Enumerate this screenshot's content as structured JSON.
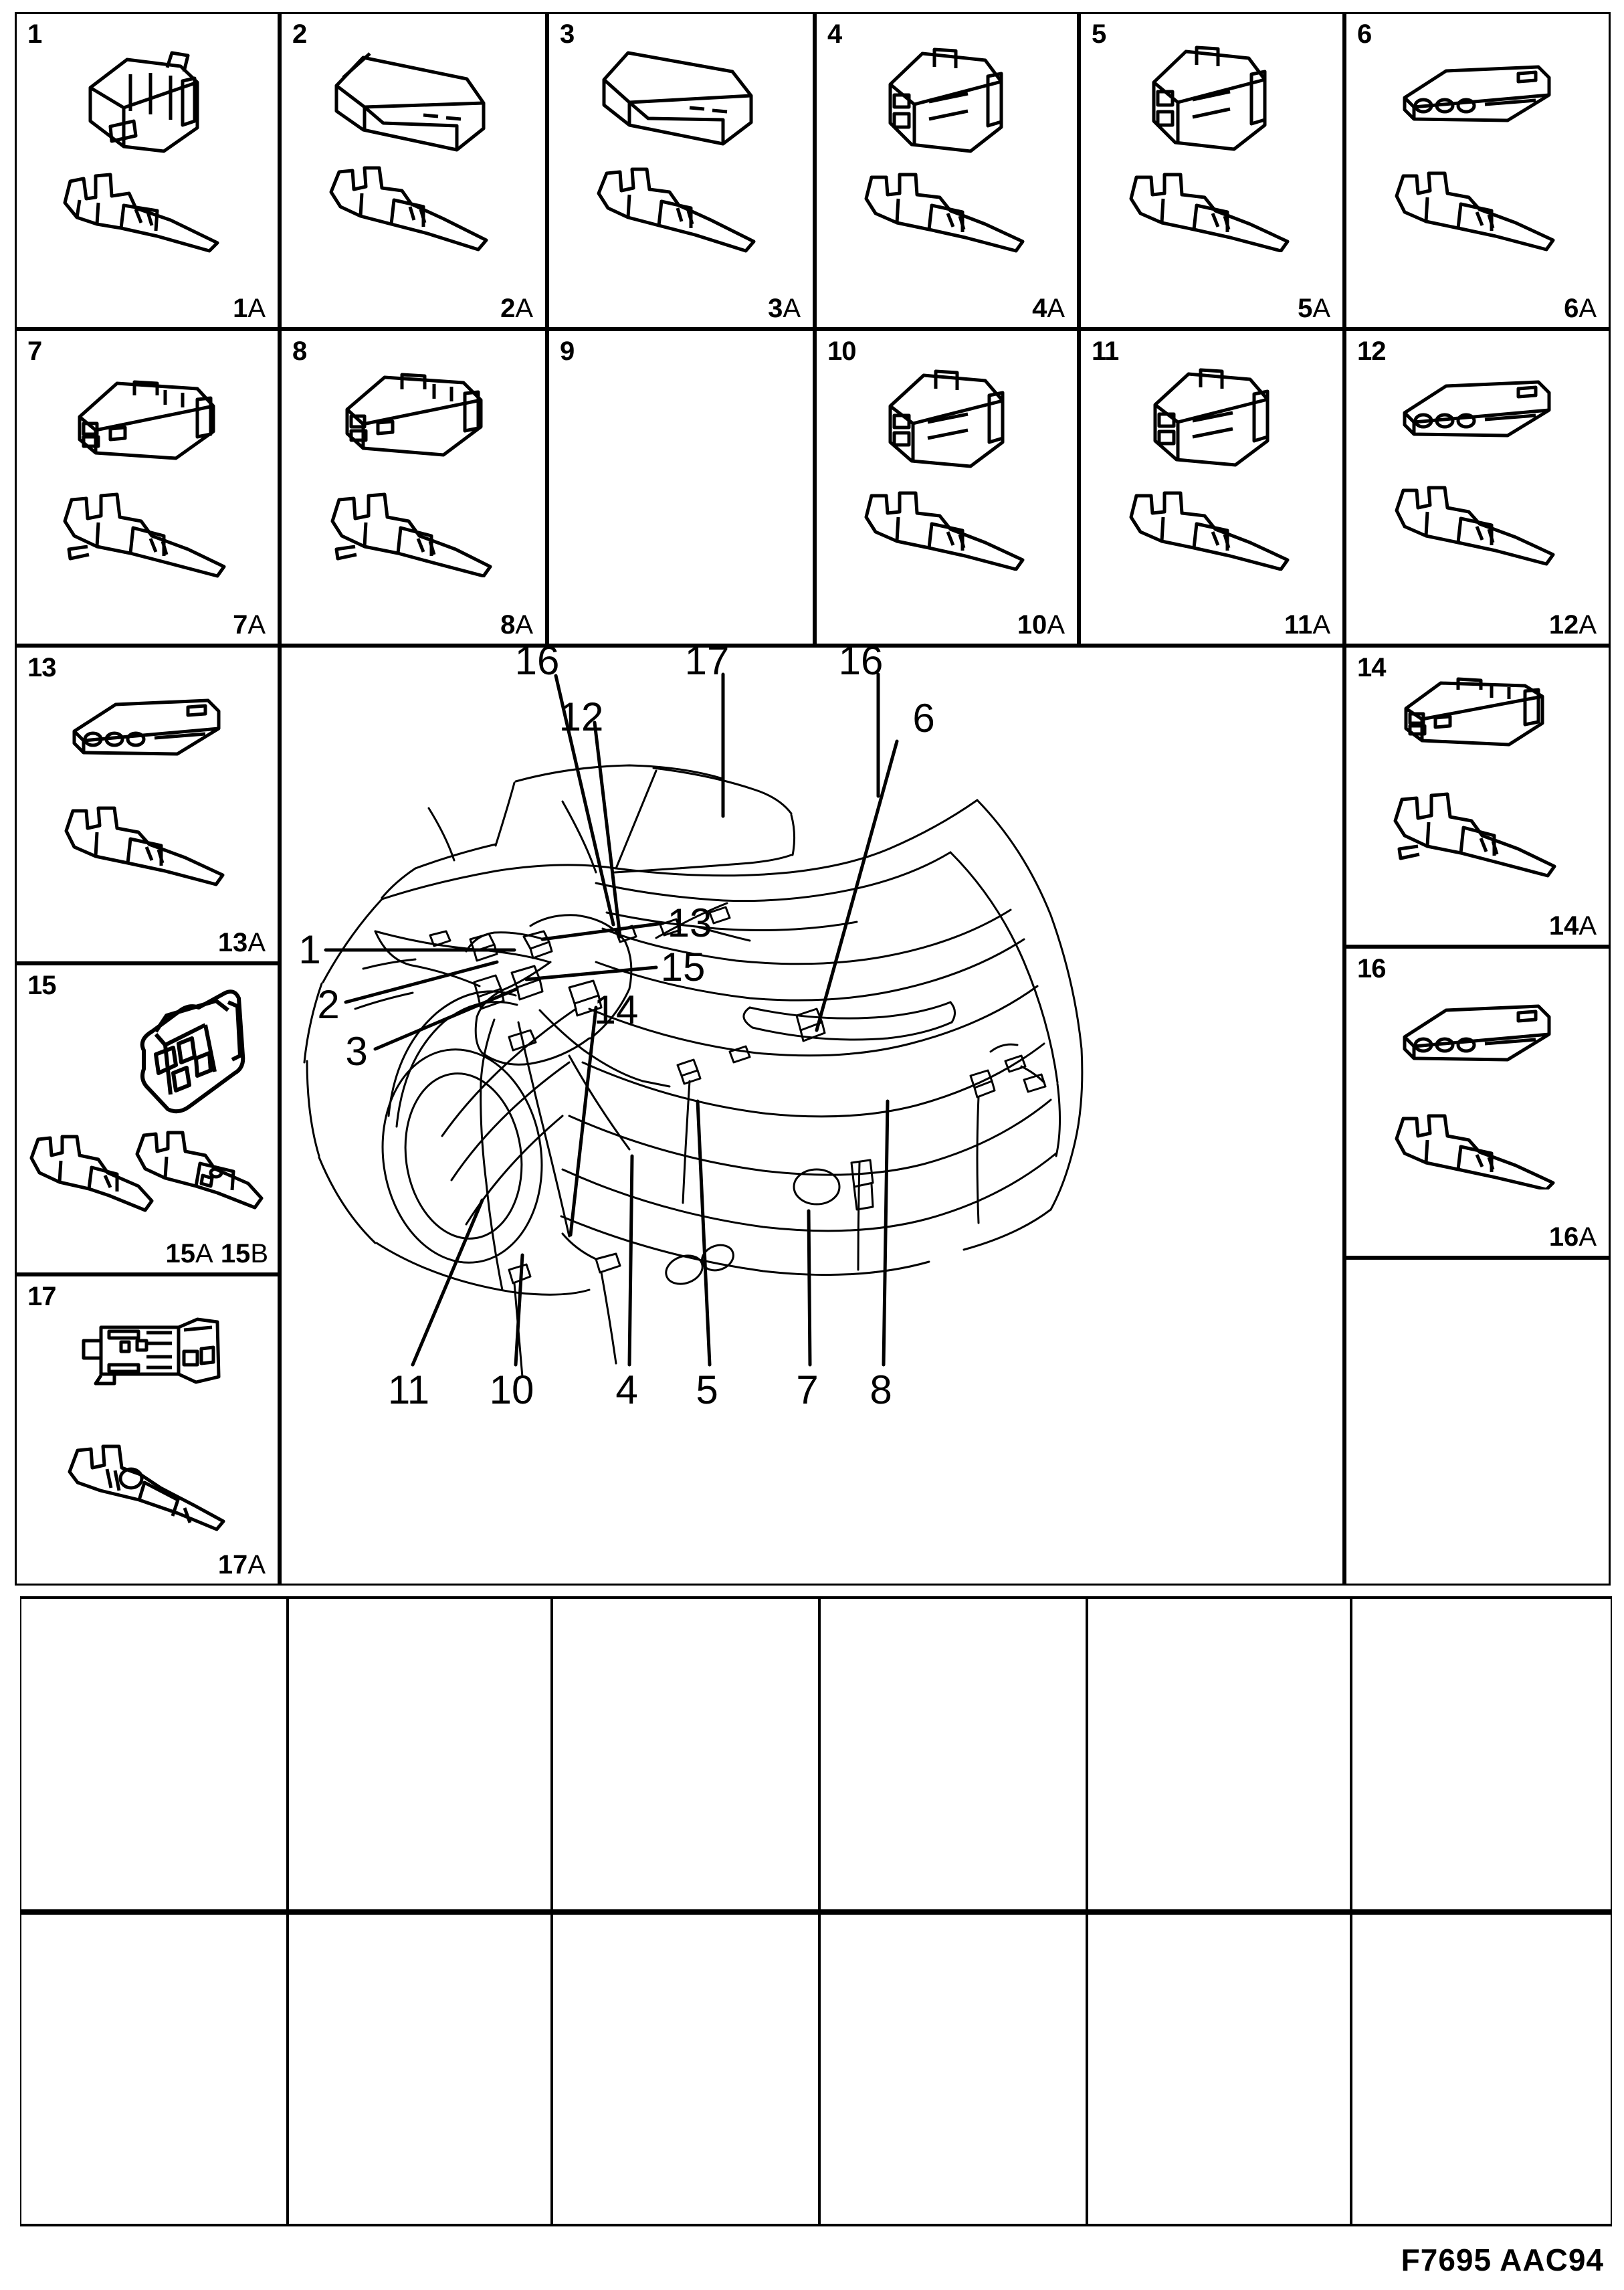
{
  "document": {
    "type": "automotive-connector-reference-sheet",
    "footer_code": "F7695 AAC94"
  },
  "connector_cells": [
    {
      "number": "1",
      "code_num": "1",
      "code_suffix": "A",
      "housing": "2-way-connector-housing",
      "terminal": "blade-terminal"
    },
    {
      "number": "2",
      "code_num": "2",
      "code_suffix": "A",
      "housing": "rectangular-connector-housing",
      "terminal": "blade-terminal"
    },
    {
      "number": "3",
      "code_num": "3",
      "code_suffix": "A",
      "housing": "rectangular-connector-housing",
      "terminal": "blade-terminal"
    },
    {
      "number": "4",
      "code_num": "4",
      "code_suffix": "A",
      "housing": "multi-way-connector-housing",
      "terminal": "blade-terminal"
    },
    {
      "number": "5",
      "code_num": "5",
      "code_suffix": "A",
      "housing": "multi-way-connector-housing",
      "terminal": "blade-terminal"
    },
    {
      "number": "6",
      "code_num": "6",
      "code_suffix": "A",
      "housing": "flat-3-way-connector-housing",
      "terminal": "blade-terminal"
    },
    {
      "number": "7",
      "code_num": "7",
      "code_suffix": "A",
      "housing": "multi-way-connector-housing",
      "terminal": "blade-terminal"
    },
    {
      "number": "8",
      "code_num": "8",
      "code_suffix": "A",
      "housing": "multi-way-connector-housing",
      "terminal": "blade-terminal"
    },
    {
      "number": "9",
      "code_num": "",
      "code_suffix": "",
      "housing": "",
      "terminal": ""
    },
    {
      "number": "10",
      "code_num": "10",
      "code_suffix": "A",
      "housing": "multi-way-connector-housing",
      "terminal": "blade-terminal"
    },
    {
      "number": "11",
      "code_num": "11",
      "code_suffix": "A",
      "housing": "multi-way-connector-housing",
      "terminal": "blade-terminal"
    },
    {
      "number": "12",
      "code_num": "12",
      "code_suffix": "A",
      "housing": "flat-3-way-connector-housing",
      "terminal": "blade-terminal"
    },
    {
      "number": "13",
      "code_num": "13",
      "code_suffix": "A",
      "housing": "flat-3-way-connector-housing",
      "terminal": "blade-terminal"
    },
    {
      "number": "14",
      "code_num": "14",
      "code_suffix": "A",
      "housing": "multi-way-connector-housing",
      "terminal": "blade-terminal"
    },
    {
      "number": "15",
      "code_num": "15",
      "code_suffix": "A",
      "code_num2": "15",
      "code_suffix2": "B",
      "housing": "sealed-4-way-connector-housing",
      "terminal": "blade-terminal-pair"
    },
    {
      "number": "16",
      "code_num": "16",
      "code_suffix": "A",
      "housing": "flat-3-way-connector-housing",
      "terminal": "blade-terminal"
    },
    {
      "number": "17",
      "code_num": "17",
      "code_suffix": "A",
      "housing": "relay-style-connector-housing",
      "terminal": "blade-terminal"
    }
  ],
  "vehicle_diagram": {
    "subject": "rear-three-quarter-view-of-saab-sedan-with-harness-connector-locations",
    "callouts": [
      {
        "label": "16",
        "position": "top-left"
      },
      {
        "label": "17",
        "position": "top-center-left"
      },
      {
        "label": "16",
        "position": "top-center-right"
      },
      {
        "label": "12",
        "position": "upper-left"
      },
      {
        "label": "6",
        "position": "upper-right"
      },
      {
        "label": "1",
        "position": "mid-left"
      },
      {
        "label": "13",
        "position": "mid-right"
      },
      {
        "label": "2",
        "position": "mid-left"
      },
      {
        "label": "15",
        "position": "mid-right"
      },
      {
        "label": "3",
        "position": "mid-left-lower"
      },
      {
        "label": "14",
        "position": "center-lower"
      },
      {
        "label": "11",
        "position": "bottom"
      },
      {
        "label": "10",
        "position": "bottom"
      },
      {
        "label": "4",
        "position": "bottom"
      },
      {
        "label": "5",
        "position": "bottom"
      },
      {
        "label": "7",
        "position": "bottom"
      },
      {
        "label": "8",
        "position": "bottom"
      }
    ]
  },
  "blank_grid": {
    "rows": 2,
    "columns": 6,
    "cells": [
      "",
      "",
      "",
      "",
      "",
      "",
      "",
      "",
      "",
      "",
      "",
      ""
    ]
  }
}
